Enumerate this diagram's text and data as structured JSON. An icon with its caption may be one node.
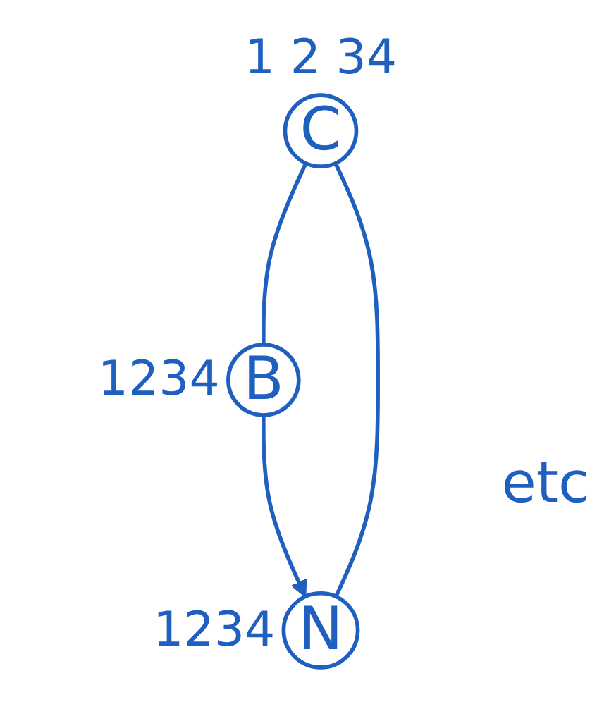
{
  "diagram": {
    "nodes": [
      {
        "text": [
          "C"
        ],
        "beside": [
          "1 2 34"
        ]
      },
      {
        "text": [
          "B"
        ],
        "beside": [
          "1234"
        ]
      },
      {
        "text": [
          "N"
        ],
        "beside": [
          "1234"
        ]
      }
    ],
    "edges": [
      {
        "from": 0,
        "to": 1,
        "arrow": "none"
      },
      {
        "from": 1,
        "to": 2,
        "arrow": "to"
      },
      {
        "from": 0,
        "to": 2,
        "arrow": "none"
      }
    ],
    "labels": [
      "etc"
    ]
  }
}
